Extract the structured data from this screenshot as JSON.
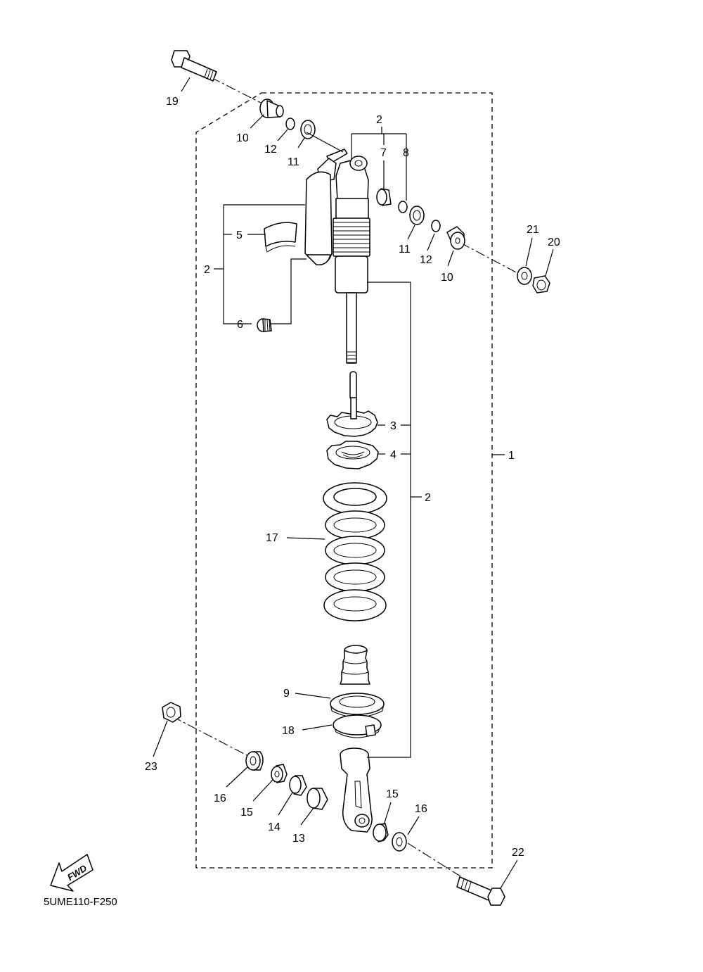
{
  "diagram": {
    "code": "5UME110-F250",
    "fwd_label": "FWD",
    "callouts": {
      "c19": "19",
      "c10a": "10",
      "c12a": "12",
      "c11a": "11",
      "c2top": "2",
      "c7": "7",
      "c8": "8",
      "c5": "5",
      "c2left": "2",
      "c6": "6",
      "c11b": "11",
      "c12b": "12",
      "c10b": "10",
      "c21": "21",
      "c20": "20",
      "c3": "3",
      "c4": "4",
      "c1": "1",
      "c2right": "2",
      "c17": "17",
      "c9": "9",
      "c18": "18",
      "c23": "23",
      "c16a": "16",
      "c15a": "15",
      "c14": "14",
      "c13": "13",
      "c15b": "15",
      "c16b": "16",
      "c22": "22"
    }
  }
}
